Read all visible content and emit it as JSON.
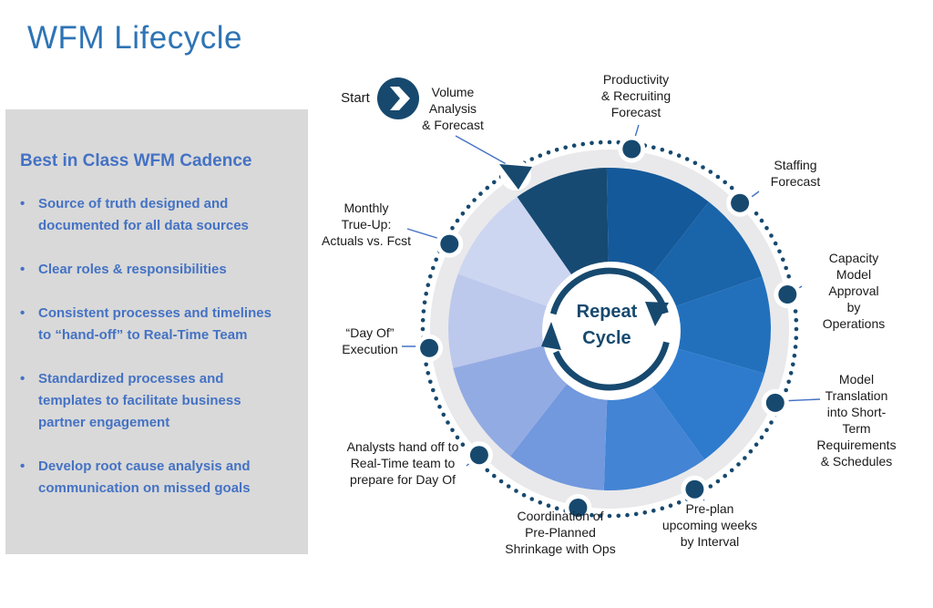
{
  "title": "WFM Lifecycle",
  "panel": {
    "heading": "Best in Class WFM Cadence",
    "bullets": [
      "Source of truth designed and documented for all data sources",
      "Clear roles & responsibilities",
      "Consistent processes and timelines to “hand-off” to Real-Time Team",
      "Standardized processes and templates to facilitate business partner engagement",
      "Develop root cause analysis and communication on missed goals"
    ]
  },
  "start": {
    "label": "Start"
  },
  "center": {
    "label": "Repeat\nCycle"
  },
  "stages": [
    {
      "name": "volume-analysis-forecast",
      "label": "Volume\nAnalysis\n& Forecast",
      "angle": 328,
      "marker": "triangle",
      "color": "#164A73"
    },
    {
      "name": "productivity-recruiting-forecast",
      "label": "Productivity\n& Recruiting\nForecast",
      "angle": 7,
      "marker": "dot",
      "color": "#14599A"
    },
    {
      "name": "staffing-forecast",
      "label": "Staffing\nForecast",
      "angle": 46,
      "marker": "dot",
      "color": "#1A64A9"
    },
    {
      "name": "capacity-model-approval",
      "label": "Capacity Model\nApproval\nby Operations",
      "angle": 79,
      "marker": "dot",
      "color": "#2270BC"
    },
    {
      "name": "model-translation",
      "label": "Model Translation\ninto Short-Term\nRequirements\n& Schedules",
      "angle": 114,
      "marker": "dot",
      "color": "#2E7BCE"
    },
    {
      "name": "pre-plan-upcoming-weeks",
      "label": "Pre-plan\nupcoming weeks\nby Interval",
      "angle": 152,
      "marker": "dot",
      "color": "#4384D4"
    },
    {
      "name": "coordination-shrinkage",
      "label": "Coordination of\nPre-Planned\nShrinkage with Ops",
      "angle": 190,
      "marker": "dot",
      "color": "#7298DE"
    },
    {
      "name": "analysts-handoff",
      "label": "Analysts hand off to\nReal-Time team to\nprepare for Day Of",
      "angle": 226,
      "marker": "dot",
      "color": "#93ABE3"
    },
    {
      "name": "day-of-execution",
      "label": "“Day Of”\nExecution",
      "angle": 264,
      "marker": "dot",
      "color": "#BCC8EC"
    },
    {
      "name": "monthly-true-up",
      "label": "Monthly\nTrue-Up:\nActuals vs. Fcst",
      "angle": 298,
      "marker": "dot",
      "color": "#CDD6F1"
    }
  ],
  "colors": {
    "title": "#2E74B5",
    "accent": "#4472C4",
    "navy": "#17496F",
    "wheel_ring": "#E9E9EB",
    "panel_background": "#D9D9D9",
    "leader_line": "#4472C4",
    "label_text": "#1A1A1A",
    "background": "#FFFFFF"
  }
}
